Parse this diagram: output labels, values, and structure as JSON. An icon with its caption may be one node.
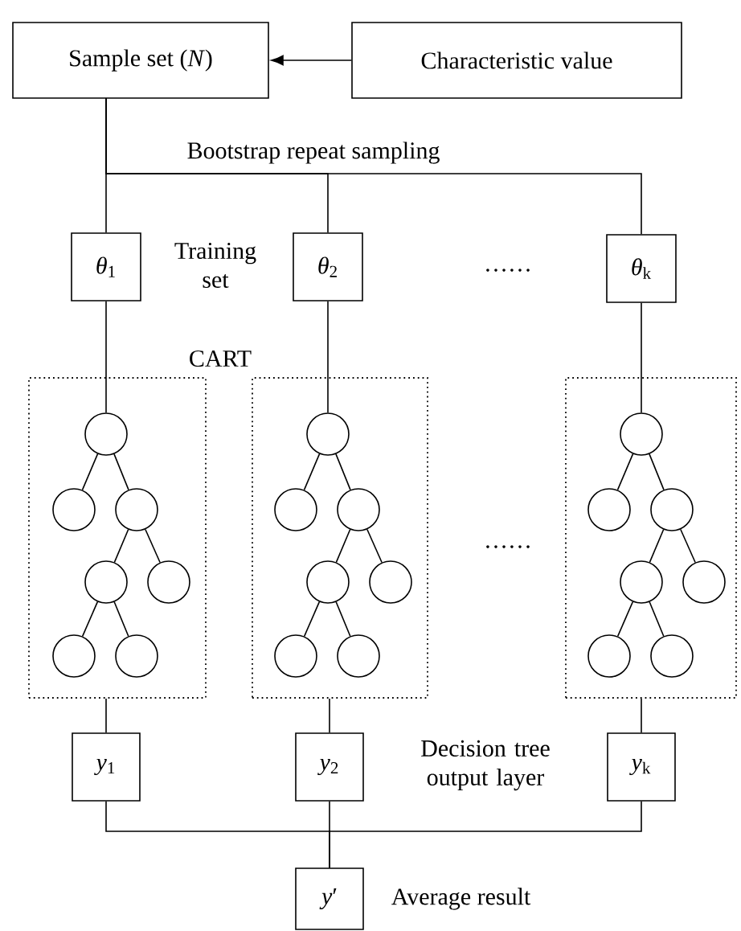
{
  "diagram": {
    "nodes": [
      {
        "text": [
          "Sample set (*N*)"
        ]
      },
      {
        "text": [
          "Characteristic value"
        ]
      },
      {
        "text": [
          "*θ*$_{1}$"
        ]
      },
      {
        "text": [
          "*θ*$_{2}$"
        ]
      },
      {
        "text": [
          "*θ*$_{k}$"
        ]
      },
      {
        "text": [],
        "shape": "box"
      },
      {
        "text": [],
        "shape": "circle",
        "in": 5
      },
      {
        "text": [],
        "shape": "circle",
        "in": 5
      },
      {
        "text": [],
        "shape": "circle",
        "in": 5
      },
      {
        "text": [],
        "shape": "circle",
        "in": 5
      },
      {
        "text": [],
        "shape": "circle",
        "in": 5
      },
      {
        "text": [],
        "shape": "circle",
        "in": 5
      },
      {
        "text": [],
        "shape": "circle",
        "in": 5
      },
      {
        "text": [],
        "shape": "box"
      },
      {
        "text": [],
        "shape": "circle",
        "in": 13
      },
      {
        "text": [],
        "shape": "circle",
        "in": 13
      },
      {
        "text": [],
        "shape": "circle",
        "in": 13
      },
      {
        "text": [],
        "shape": "circle",
        "in": 13
      },
      {
        "text": [],
        "shape": "circle",
        "in": 13
      },
      {
        "text": [],
        "shape": "circle",
        "in": 13
      },
      {
        "text": [],
        "shape": "circle",
        "in": 13
      },
      {
        "text": [],
        "shape": "box"
      },
      {
        "text": [],
        "shape": "circle",
        "in": 21
      },
      {
        "text": [],
        "shape": "circle",
        "in": 21
      },
      {
        "text": [],
        "shape": "circle",
        "in": 21
      },
      {
        "text": [],
        "shape": "circle",
        "in": 21
      },
      {
        "text": [],
        "shape": "circle",
        "in": 21
      },
      {
        "text": [],
        "shape": "circle",
        "in": 21
      },
      {
        "text": [],
        "shape": "circle",
        "in": 21
      },
      {
        "text": [
          "*y*$_{1}$"
        ]
      },
      {
        "text": [
          "*y*$_{2}$"
        ]
      },
      {
        "text": [
          "*y*$_{k}$"
        ]
      },
      {
        "text": [
          "*y*′"
        ],
        "beside": [
          "Average result"
        ]
      }
    ],
    "edges": [
      {
        "from": 1,
        "to": 0,
        "arrow": "to"
      },
      {
        "from": 0,
        "to": 2,
        "arrow": "none"
      },
      {
        "from": 0,
        "to": 3,
        "arrow": "none"
      },
      {
        "from": 0,
        "to": 4,
        "arrow": "none"
      },
      {
        "from": 2,
        "to": 6,
        "arrow": "none"
      },
      {
        "from": 3,
        "to": 14,
        "arrow": "none"
      },
      {
        "from": 4,
        "to": 22,
        "arrow": "none"
      },
      {
        "from": 6,
        "to": 7,
        "arrow": "none"
      },
      {
        "from": 6,
        "to": 8,
        "arrow": "none"
      },
      {
        "from": 8,
        "to": 9,
        "arrow": "none"
      },
      {
        "from": 8,
        "to": 10,
        "arrow": "none"
      },
      {
        "from": 9,
        "to": 11,
        "arrow": "none"
      },
      {
        "from": 9,
        "to": 12,
        "arrow": "none"
      },
      {
        "from": 14,
        "to": 15,
        "arrow": "none"
      },
      {
        "from": 14,
        "to": 16,
        "arrow": "none"
      },
      {
        "from": 16,
        "to": 17,
        "arrow": "none"
      },
      {
        "from": 16,
        "to": 18,
        "arrow": "none"
      },
      {
        "from": 17,
        "to": 19,
        "arrow": "none"
      },
      {
        "from": 17,
        "to": 20,
        "arrow": "none"
      },
      {
        "from": 22,
        "to": 23,
        "arrow": "none"
      },
      {
        "from": 22,
        "to": 24,
        "arrow": "none"
      },
      {
        "from": 24,
        "to": 25,
        "arrow": "none"
      },
      {
        "from": 24,
        "to": 26,
        "arrow": "none"
      },
      {
        "from": 25,
        "to": 27,
        "arrow": "none"
      },
      {
        "from": 25,
        "to": 28,
        "arrow": "none"
      },
      {
        "from": 5,
        "to": 29,
        "arrow": "none"
      },
      {
        "from": 13,
        "to": 30,
        "arrow": "none"
      },
      {
        "from": 21,
        "to": 31,
        "arrow": "none"
      },
      {
        "from": 29,
        "to": 32,
        "arrow": "none"
      },
      {
        "from": 30,
        "to": 32,
        "arrow": "none"
      },
      {
        "from": 31,
        "to": 32,
        "arrow": "none"
      }
    ],
    "labels": [
      "Bootstrap repeat sampling",
      "Training set",
      "……",
      "CART",
      "……",
      "Decision tree output layer"
    ]
  }
}
